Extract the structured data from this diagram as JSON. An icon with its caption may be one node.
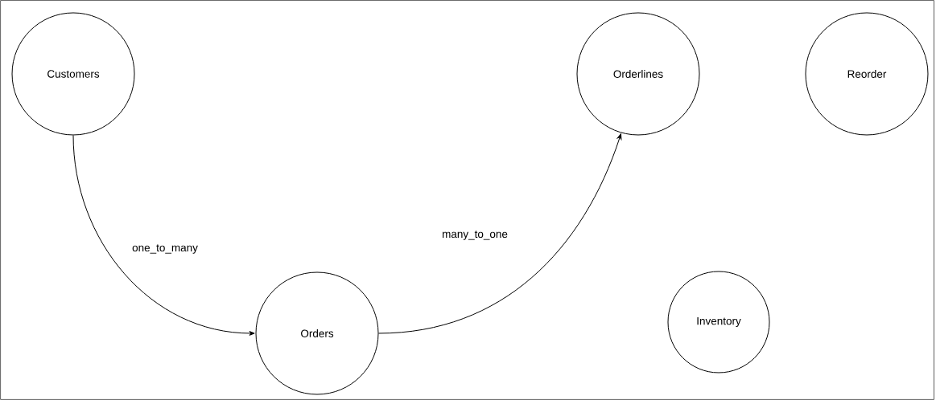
{
  "diagram": {
    "nodes": [
      {
        "text": [
          "Customers"
        ]
      },
      {
        "text": [
          "Orders"
        ]
      },
      {
        "text": [
          "Orderlines"
        ]
      },
      {
        "text": [
          "Reorder"
        ]
      },
      {
        "text": [
          "Inventory"
        ]
      }
    ],
    "edges": [
      {
        "from": 0,
        "to": 1,
        "arrow": "to",
        "label": "one_to_many"
      },
      {
        "from": 1,
        "to": 2,
        "arrow": "to",
        "label": "many_to_one"
      }
    ]
  }
}
